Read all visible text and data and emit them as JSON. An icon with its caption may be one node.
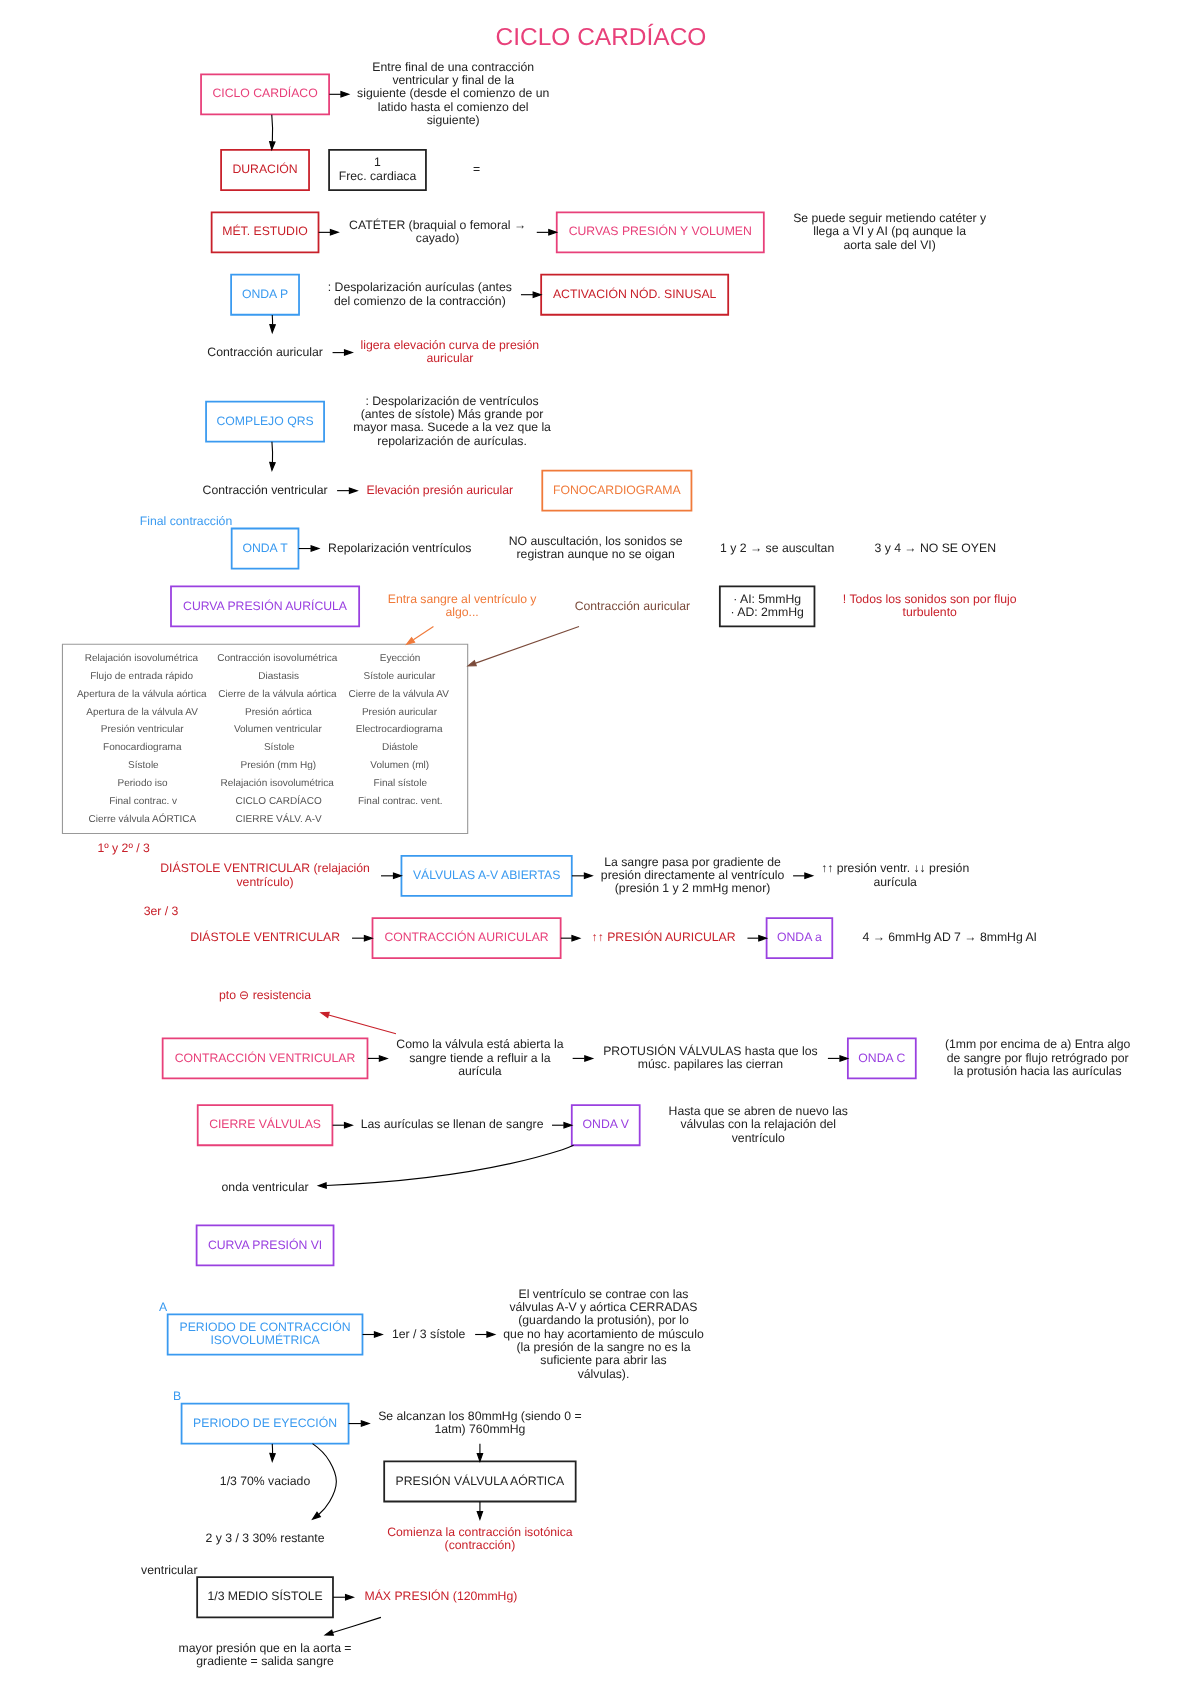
{
  "diagram": {
    "title": "CICLO CARDÍACO",
    "nodes": [
      {
        "text": [
          "CICLO CARDÍACO"
        ]
      },
      {
        "text": [
          "Entre final de una contracción ventricular y final de la siguiente (desde el comienzo de un latido hasta el comienzo del siguiente)"
        ]
      },
      {
        "text": [
          "DURACIÓN"
        ]
      },
      {
        "text": [
          "1",
          "Frec. cardiaca"
        ]
      },
      {
        "text": [
          "MÉT. ESTUDIO"
        ]
      },
      {
        "text": [
          "CATÉTER (braquial o femoral → cayado)"
        ]
      },
      {
        "text": [
          "CURVAS PRESIÓN Y VOLUMEN"
        ]
      },
      {
        "text": [
          "ONDA P"
        ]
      },
      {
        "text": [
          ": Despolarización aurículas (antes del comienzo de la contracción)"
        ]
      },
      {
        "text": [
          "ACTIVACIÓN NÓD. SINUSAL"
        ]
      },
      {
        "text": [
          "Contracción auricular"
        ]
      },
      {
        "text": [
          "ligera elevación curva de presión auricular"
        ]
      },
      {
        "text": [
          "COMPLEJO QRS"
        ]
      },
      {
        "text": [
          "Contracción ventricular"
        ]
      },
      {
        "text": [
          "Elevación presión auricular"
        ]
      },
      {
        "text": [
          "FONOCARDIOGRAMA"
        ]
      },
      {
        "text": [
          "ONDA T"
        ],
        "beside": [
          "Final contracción"
        ]
      },
      {
        "text": [
          "Repolarización ventrículos"
        ]
      },
      {
        "text": [
          "CURVA PRESIÓN AURÍCULA"
        ]
      },
      {
        "text": [
          "· AI: 5mmHg",
          "· AD: 2mmHg"
        ]
      },
      {
        "text": [
          "Entra sangre al ventrículo y algo..."
        ]
      },
      {
        "text": [
          "Relajación isovolumétrica",
          "Contracción isovolumétrica",
          "Eyección",
          "Flujo de entrada rápido",
          "Diastasis",
          "Sístole auricular",
          "Apertura de la válvula aórtica",
          "Cierre de la válvula aórtica",
          "Cierre de la válvula AV",
          "Apertura de la válvula AV",
          "Presión aórtica",
          "Presión auricular",
          "Presión ventricular",
          "Volumen ventricular",
          "Electrocardiograma",
          "Fonocardiograma",
          "Sístole",
          "Diástole",
          "Sístole",
          "Presión (mm Hg)",
          "Volumen (ml)",
          "Periodo iso",
          "Relajación isovolumétrica",
          "Final sístole",
          "Final contrac. v",
          "CICLO CARDÍACO",
          "Final contrac. vent.",
          "Cierre válvula AÓRTICA",
          "CIERRE VÁLV. A-V"
        ]
      },
      {
        "text": [
          "Contracción auricular"
        ]
      },
      {
        "text": [
          "DIÁSTOLE VENTRICULAR (relajación ventrículo)"
        ],
        "beside": [
          "1º y 2º / 3"
        ]
      },
      {
        "text": [
          "VÁLVULAS A-V ABIERTAS"
        ]
      },
      {
        "text": [
          "La sangre pasa por gradiente de presión directamente al ventrículo (presión 1 y 2 mmHg menor)"
        ]
      },
      {
        "text": [
          "↑↑ presión ventr. ↓↓ presión aurícula"
        ]
      },
      {
        "text": [
          "DIÁSTOLE VENTRICULAR"
        ],
        "beside": [
          "3er / 3"
        ]
      },
      {
        "text": [
          "CONTRACCIÓN AURICULAR"
        ]
      },
      {
        "text": [
          "↑↑ PRESIÓN AURICULAR"
        ]
      },
      {
        "text": [
          "ONDA a"
        ]
      },
      {
        "text": [
          "pto ⊖ resistencia"
        ]
      },
      {
        "text": [
          "CONTRACCIÓN VENTRICULAR"
        ]
      },
      {
        "text": [
          "Como la válvula está abierta la sangre tiende a refluir a la aurícula"
        ]
      },
      {
        "text": [
          "PROTUSIÓN VÁLVULAS hasta que los músc. papilares las cierran"
        ]
      },
      {
        "text": [
          "ONDA C"
        ]
      },
      {
        "text": [
          "CIERRE VÁLVULAS"
        ]
      },
      {
        "text": [
          "Las aurículas se llenan de sangre"
        ]
      },
      {
        "text": [
          "ONDA V"
        ]
      },
      {
        "text": [
          "onda ventricular"
        ]
      },
      {
        "text": [
          "CURVA PRESIÓN VI"
        ]
      },
      {
        "text": [
          "PERIODO DE CONTRACCIÓN ISOVOLUMÉTRICA"
        ],
        "beside": [
          "A"
        ]
      },
      {
        "text": [
          "1er / 3 sístole"
        ]
      },
      {
        "text": [
          "El ventrículo se contrae con las válvulas A-V y aórtica CERRADAS (guardando la protusión), por lo que no hay acortamiento de músculo (la presión de la sangre no es la suficiente para abrir las válvulas)."
        ]
      },
      {
        "text": [
          "PERIODO DE EYECCIÓN"
        ],
        "beside": [
          "B"
        ]
      },
      {
        "text": [
          "Se alcanzan los 80mmHg (siendo 0 = 1atm) 760mmHg"
        ]
      },
      {
        "text": [
          "1/3 70% vaciado"
        ]
      },
      {
        "text": [
          "PRESIÓN VÁLVULA AÓRTICA"
        ]
      },
      {
        "text": [
          "2 y 3 / 3 30% restante"
        ]
      },
      {
        "text": [
          "Comienza la contracción isotónica (contracción)"
        ]
      },
      {
        "text": [
          "1/3 MEDIO SÍSTOLE"
        ],
        "beside": [
          "ventricular"
        ]
      },
      {
        "text": [
          "MÁX PRESIÓN (120mmHg)"
        ]
      },
      {
        "text": [
          "mayor presión que en la aorta = gradiente = salida sangre"
        ]
      }
    ],
    "edges": [
      {
        "from": 0,
        "to": 1,
        "arrow": "to"
      },
      {
        "from": 0,
        "to": 2,
        "arrow": "to"
      },
      {
        "from": 4,
        "to": 5,
        "arrow": "to"
      },
      {
        "from": 5,
        "to": 6,
        "arrow": "to"
      },
      {
        "from": 8,
        "to": 9,
        "arrow": "to"
      },
      {
        "from": 7,
        "to": 10,
        "arrow": "to"
      },
      {
        "from": 10,
        "to": 11,
        "arrow": "to"
      },
      {
        "from": 12,
        "to": 13,
        "arrow": "to"
      },
      {
        "from": 13,
        "to": 14,
        "arrow": "to"
      },
      {
        "from": 16,
        "to": 17,
        "arrow": "to"
      },
      {
        "from": 20,
        "to": 21,
        "arrow": "to",
        "color": "#f07a3a"
      },
      {
        "from": 22,
        "to": 21,
        "arrow": "to",
        "color": "#7a4a3a"
      },
      {
        "from": 23,
        "to": 24,
        "arrow": "to"
      },
      {
        "from": 24,
        "to": 25,
        "arrow": "to"
      },
      {
        "from": 25,
        "to": 26,
        "arrow": "to"
      },
      {
        "from": 27,
        "to": 28,
        "arrow": "to"
      },
      {
        "from": 28,
        "to": 29,
        "arrow": "to"
      },
      {
        "from": 29,
        "to": 30,
        "arrow": "to"
      },
      {
        "from": 32,
        "to": 33,
        "arrow": "to"
      },
      {
        "from": 33,
        "to": 31,
        "arrow": "to",
        "color": "#c8202a"
      },
      {
        "from": 33,
        "to": 34,
        "arrow": "to"
      },
      {
        "from": 34,
        "to": 35,
        "arrow": "to"
      },
      {
        "from": 36,
        "to": 37,
        "arrow": "to"
      },
      {
        "from": 37,
        "to": 38,
        "arrow": "to"
      },
      {
        "from": 38,
        "to": 39,
        "arrow": "to"
      },
      {
        "from": 41,
        "to": 42,
        "arrow": "to"
      },
      {
        "from": 42,
        "to": 43,
        "arrow": "to"
      },
      {
        "from": 44,
        "to": 45,
        "arrow": "to"
      },
      {
        "from": 45,
        "to": 47,
        "arrow": "to"
      },
      {
        "from": 47,
        "to": 49,
        "arrow": "to"
      },
      {
        "from": 44,
        "to": 46,
        "arrow": "to"
      },
      {
        "from": 44,
        "to": 48,
        "arrow": "to"
      },
      {
        "from": 50,
        "to": 51,
        "arrow": "to"
      },
      {
        "from": 51,
        "to": 52,
        "arrow": "to"
      }
    ],
    "labels": [
      "=",
      "Se puede seguir metiendo catéter y llega a VI y AI (pq aunque la aorta sale del VI)",
      ": Despolarización de ventrículos (antes de sístole) Más grande por mayor masa. Sucede a la vez que la repolarización de aurículas.",
      "NO auscultación, los sonidos se registran aunque no se oigan",
      "1 y 2 → se auscultan",
      "3 y 4 → NO SE OYEN",
      "! Todos los sonidos son por flujo turbulento",
      "4 → 6mmHg AD 7 → 8mmHg AI",
      "(1mm por encima de a) Entra algo de sangre por flujo retrógrado por la protusión hacia las aurículas",
      "Hasta que se abren de nuevo las válvulas con la relajación del ventrículo"
    ]
  }
}
